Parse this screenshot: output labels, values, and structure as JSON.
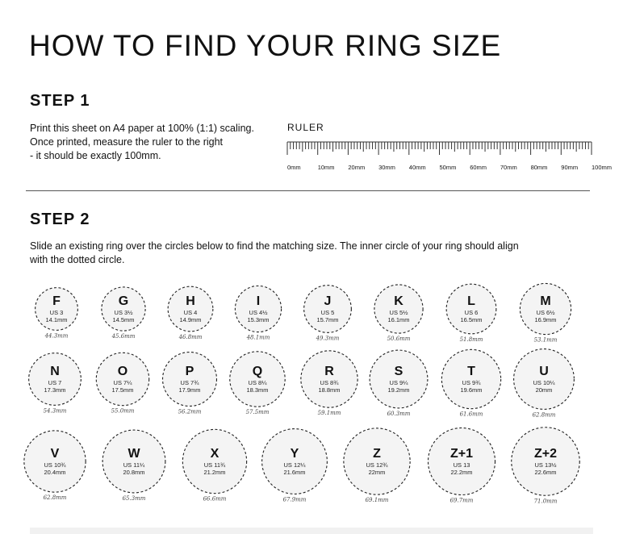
{
  "title": "HOW TO FIND YOUR RING SIZE",
  "step1": {
    "heading": "STEP 1",
    "lines": [
      "Print this sheet on A4 paper at 100% (1:1) scaling.",
      "Once printed, measure the ruler to the right",
      "- it should be exactly 100mm."
    ]
  },
  "ruler": {
    "label": "RULER",
    "length_mm": 100,
    "tick_labels": [
      "0mm",
      "10mm",
      "20mm",
      "30mm",
      "40mm",
      "50mm",
      "60mm",
      "70mm",
      "80mm",
      "90mm",
      "100mm"
    ]
  },
  "step2": {
    "heading": "STEP 2",
    "lines": [
      "Slide an existing ring over the circles below to find the matching size. The inner circle of your ring should align",
      "with the dotted circle."
    ]
  },
  "sizes": [
    {
      "letter": "F",
      "us": "US 3",
      "diameter": "14.1mm",
      "diameter_mm": 14.1,
      "circumference": "44.3mm"
    },
    {
      "letter": "G",
      "us": "US 3½",
      "diameter": "14.5mm",
      "diameter_mm": 14.5,
      "circumference": "45.6mm"
    },
    {
      "letter": "H",
      "us": "US 4",
      "diameter": "14.9mm",
      "diameter_mm": 14.9,
      "circumference": "46.8mm"
    },
    {
      "letter": "I",
      "us": "US 4½",
      "diameter": "15.3mm",
      "diameter_mm": 15.3,
      "circumference": "48.1mm"
    },
    {
      "letter": "J",
      "us": "US 5",
      "diameter": "15.7mm",
      "diameter_mm": 15.7,
      "circumference": "49.3mm"
    },
    {
      "letter": "K",
      "us": "US 5½",
      "diameter": "16.1mm",
      "diameter_mm": 16.1,
      "circumference": "50.6mm"
    },
    {
      "letter": "L",
      "us": "US 6",
      "diameter": "16.5mm",
      "diameter_mm": 16.5,
      "circumference": "51.8mm"
    },
    {
      "letter": "M",
      "us": "US 6½",
      "diameter": "16.9mm",
      "diameter_mm": 16.9,
      "circumference": "53.1mm"
    },
    {
      "letter": "N",
      "us": "US 7",
      "diameter": "17.3mm",
      "diameter_mm": 17.3,
      "circumference": "54.3mm"
    },
    {
      "letter": "O",
      "us": "US 7¼",
      "diameter": "17.5mm",
      "diameter_mm": 17.5,
      "circumference": "55.0mm"
    },
    {
      "letter": "P",
      "us": "US 7¾",
      "diameter": "17.9mm",
      "diameter_mm": 17.9,
      "circumference": "56.2mm"
    },
    {
      "letter": "Q",
      "us": "US 8¼",
      "diameter": "18.3mm",
      "diameter_mm": 18.3,
      "circumference": "57.5mm"
    },
    {
      "letter": "R",
      "us": "US 8¾",
      "diameter": "18.8mm",
      "diameter_mm": 18.8,
      "circumference": "59.1mm"
    },
    {
      "letter": "S",
      "us": "US 9¼",
      "diameter": "19.2mm",
      "diameter_mm": 19.2,
      "circumference": "60.3mm"
    },
    {
      "letter": "T",
      "us": "US 9¾",
      "diameter": "19.6mm",
      "diameter_mm": 19.6,
      "circumference": "61.6mm"
    },
    {
      "letter": "U",
      "us": "US 10¼",
      "diameter": "20mm",
      "diameter_mm": 20.0,
      "circumference": "62.8mm"
    },
    {
      "letter": "V",
      "us": "US 10¾",
      "diameter": "20.4mm",
      "diameter_mm": 20.4,
      "circumference": "62.8mm"
    },
    {
      "letter": "W",
      "us": "US 11¼",
      "diameter": "20.8mm",
      "diameter_mm": 20.8,
      "circumference": "65.3mm"
    },
    {
      "letter": "X",
      "us": "US 11¾",
      "diameter": "21.2mm",
      "diameter_mm": 21.2,
      "circumference": "66.6mm"
    },
    {
      "letter": "Y",
      "us": "US 12¼",
      "diameter": "21.6mm",
      "diameter_mm": 21.6,
      "circumference": "67.9mm"
    },
    {
      "letter": "Z",
      "us": "US 12¾",
      "diameter": "22mm",
      "diameter_mm": 22.0,
      "circumference": "69.1mm"
    },
    {
      "letter": "Z+1",
      "us": "US 13",
      "diameter": "22.2mm",
      "diameter_mm": 22.2,
      "circumference": "69.7mm"
    },
    {
      "letter": "Z+2",
      "us": "US 13½",
      "diameter": "22.6mm",
      "diameter_mm": 22.6,
      "circumference": "71.0mm"
    }
  ]
}
